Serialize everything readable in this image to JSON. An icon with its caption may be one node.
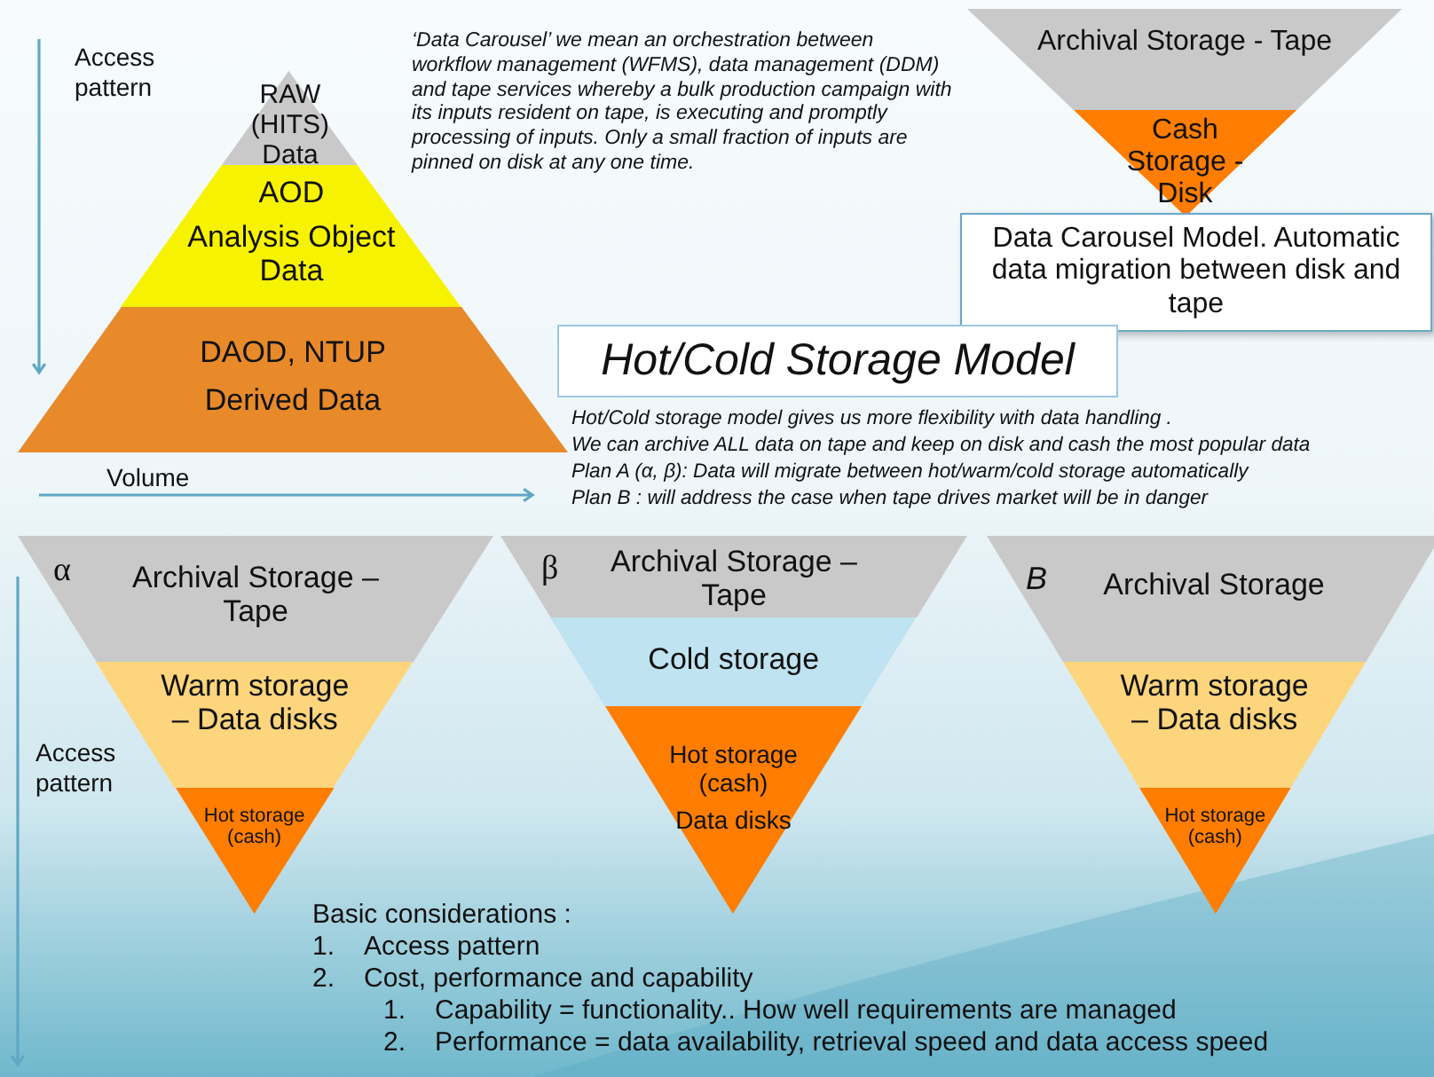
{
  "diagram": {
    "nodes": [
      {
        "text": [
          "RAW (HITS) Data"
        ]
      },
      {
        "text": [
          "AOD",
          "Analysis Object Data"
        ]
      },
      {
        "text": [
          "DAOD, NTUP",
          "Derived Data"
        ]
      },
      {
        "text": [
          "Archival Storage - Tape"
        ]
      },
      {
        "text": [
          "Cash Storage - Disk"
        ]
      },
      {
        "text": [
          "Data Carousel Model. Automatic data migration between disk and tape"
        ]
      },
      {
        "text": [
          "Hot/Cold Storage Model"
        ]
      },
      {
        "text": [
          "Archival Storage – Tape"
        ]
      },
      {
        "text": [
          "Warm storage – Data disks"
        ]
      },
      {
        "text": [
          "Hot storage (cash)"
        ]
      },
      {
        "text": [
          "Archival Storage – Tape"
        ]
      },
      {
        "text": [
          "Cold storage"
        ]
      },
      {
        "text": [
          "Hot storage (cash)",
          "Data disks"
        ]
      },
      {
        "text": [
          "Archival Storage"
        ]
      },
      {
        "text": [
          "Warm storage – Data disks"
        ]
      },
      {
        "text": [
          "Hot storage (cash)"
        ]
      }
    ],
    "labels": [
      "Access pattern",
      "‘Data Carousel’ we mean an orchestration between workflow management (WFMS), data management (DDM) and tape services whereby a bulk production campaign with its inputs resident on tape, is executing and promptly processing of inputs. Only a small fraction of inputs are pinned on disk at any one time.",
      "Volume",
      "Hot/Cold storage model gives us more flexibility with data handling .",
      "We can archive ALL data on tape and keep on disk and cash the most popular data",
      "Plan A (α, β): Data will migrate between hot/warm/cold storage automatically",
      "Plan B : will address the case when tape drives market will be in danger",
      "α",
      "β",
      "B",
      "Access pattern",
      "Basic considerations :",
      "1.",
      "Access pattern",
      "2.",
      "Cost, performance and capability",
      "1.",
      "Capability = functionality.. How well requirements are managed",
      "2.",
      "Performance = data availability, retrieval speed and data access speed"
    ]
  }
}
